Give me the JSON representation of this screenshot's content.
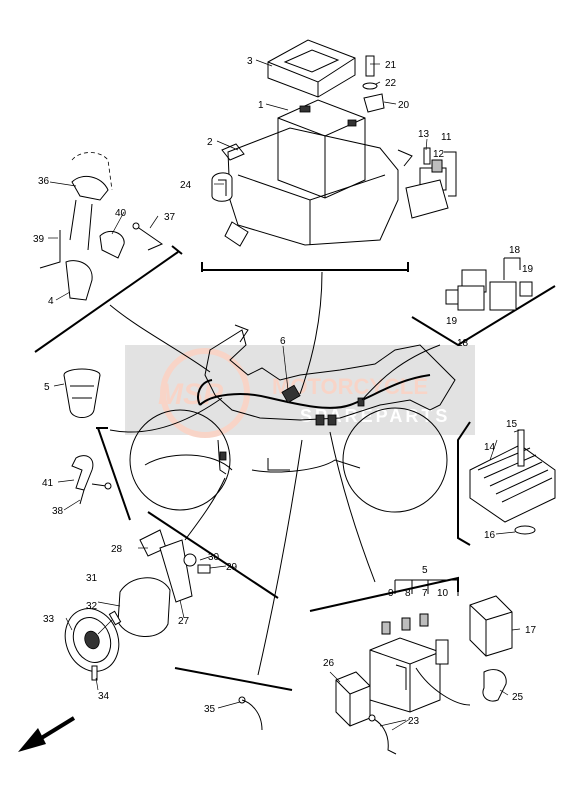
{
  "part_numbers": [
    "1",
    "2",
    "3",
    "4",
    "5",
    "5",
    "6",
    "7",
    "8",
    "9",
    "10",
    "11",
    "12",
    "13",
    "14",
    "15",
    "16",
    "17",
    "18",
    "18",
    "19",
    "19",
    "20",
    "21",
    "22",
    "23",
    "24",
    "25",
    "26",
    "27",
    "28",
    "29",
    "30",
    "31",
    "32",
    "33",
    "34",
    "35",
    "36",
    "37",
    "38",
    "39",
    "40",
    "41"
  ],
  "watermark": {
    "brand": "MOTORCYCLE",
    "sub": "SPAREPARTS",
    "logo": "MSP",
    "color": "#e8693a"
  },
  "colors": {
    "line": "#000000",
    "background": "#ffffff",
    "shade": "#bdbdbd"
  }
}
